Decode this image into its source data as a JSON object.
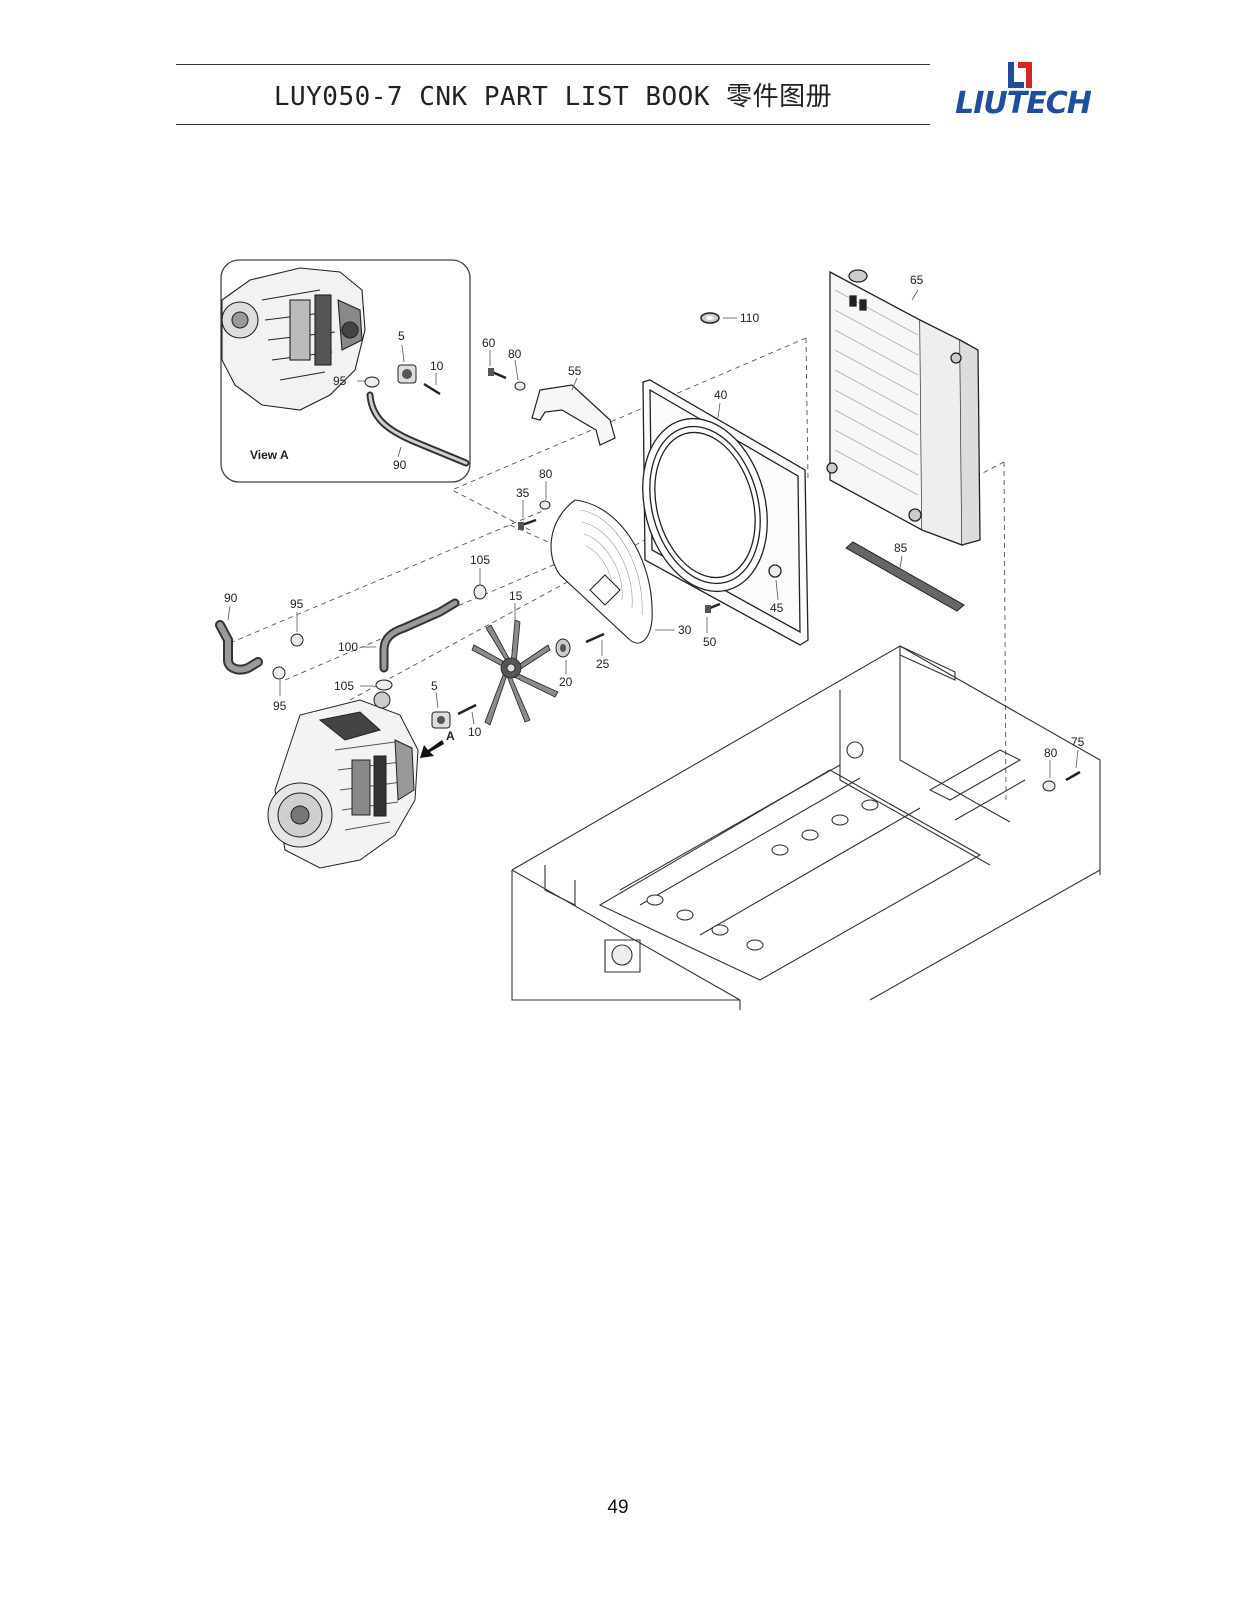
{
  "header": {
    "title": "LUY050-7 CNK PART LIST BOOK 零件图册",
    "logo_text": "LIUTECH",
    "brand_color": "#1f4e9c",
    "logo_icon": "liutech-logo-mark-icon"
  },
  "diagram": {
    "view_label": "View A",
    "arrow_label": "A",
    "callouts": {
      "c5_inset": "5",
      "c10_inset": "10",
      "c95_inset": "95",
      "c90_inset": "90",
      "c60": "60",
      "c80_top": "80",
      "c55": "55",
      "c110": "110",
      "c40": "40",
      "c65": "65",
      "c80_mid": "80",
      "c35": "35",
      "c105_top": "105",
      "c15": "15",
      "c30": "30",
      "c45": "45",
      "c50": "50",
      "c85": "85",
      "c90_left": "90",
      "c95_top": "95",
      "c100": "100",
      "c95_bot": "95",
      "c105_bot": "105",
      "c5": "5",
      "c10": "10",
      "c20": "20",
      "c25": "25",
      "c80_right": "80",
      "c75": "75"
    }
  },
  "footer": {
    "page_number": "49"
  }
}
